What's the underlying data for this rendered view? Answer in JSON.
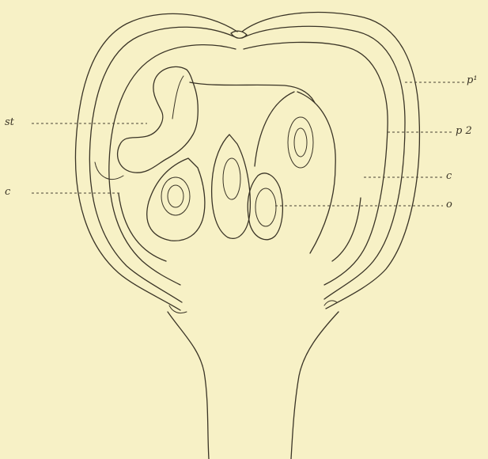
{
  "figure": {
    "labels": {
      "st": "st",
      "c_left": "c",
      "p1": "p¹",
      "p2": "p 2",
      "c_right": "c",
      "o": "o"
    }
  }
}
